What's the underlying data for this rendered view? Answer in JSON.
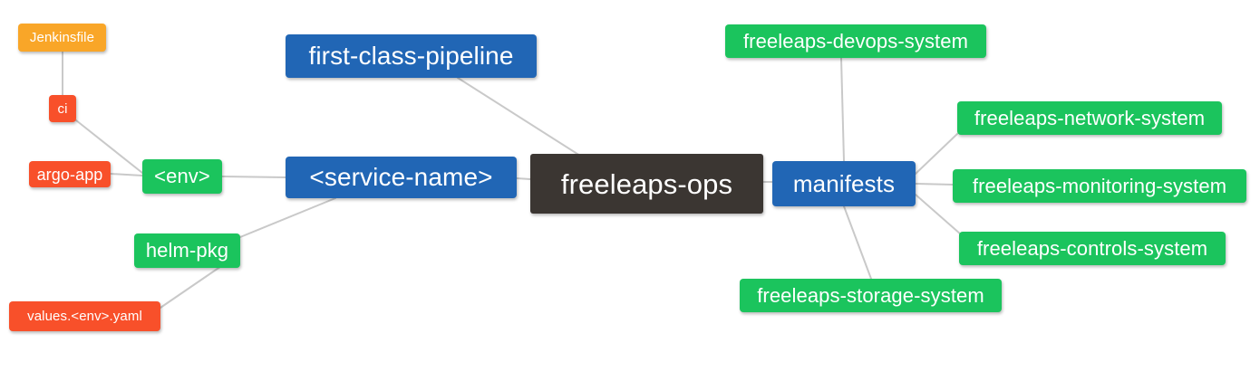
{
  "diagram": {
    "type": "mind-map",
    "title": "freeleaps-ops",
    "background_color": "#ffffff",
    "edge_color": "#c9c9c9",
    "palette": {
      "root": "#3b3632",
      "blue": "#2166b5",
      "green": "#1bc45d",
      "red": "#f8502a",
      "orange": "#f9a628"
    }
  },
  "nodes": {
    "root": {
      "label": "freeleaps-ops",
      "color": "root"
    },
    "service_name": {
      "label": "<service-name>",
      "color": "blue"
    },
    "first_class_pipeline": {
      "label": "first-class-pipeline",
      "color": "blue"
    },
    "manifests": {
      "label": "manifests",
      "color": "blue"
    },
    "env": {
      "label": "<env>",
      "color": "green"
    },
    "helm_pkg": {
      "label": "helm-pkg",
      "color": "green"
    },
    "ci": {
      "label": "ci",
      "color": "red"
    },
    "argo_app": {
      "label": "argo-app",
      "color": "red"
    },
    "jenkinsfile": {
      "label": "Jenkinsfile",
      "color": "orange"
    },
    "values_yaml": {
      "label": "values.<env>.yaml",
      "color": "red"
    },
    "devops_system": {
      "label": "freeleaps-devops-system",
      "color": "green"
    },
    "network_system": {
      "label": "freeleaps-network-system",
      "color": "green"
    },
    "monitoring_system": {
      "label": "freeleaps-monitoring-system",
      "color": "green"
    },
    "controls_system": {
      "label": "freeleaps-controls-system",
      "color": "green"
    },
    "storage_system": {
      "label": "freeleaps-storage-system",
      "color": "green"
    }
  },
  "edges": [
    {
      "from": "root",
      "to": "service_name"
    },
    {
      "from": "root",
      "to": "first_class_pipeline"
    },
    {
      "from": "root",
      "to": "manifests"
    },
    {
      "from": "service_name",
      "to": "env"
    },
    {
      "from": "service_name",
      "to": "helm_pkg"
    },
    {
      "from": "env",
      "to": "ci"
    },
    {
      "from": "env",
      "to": "argo_app"
    },
    {
      "from": "ci",
      "to": "jenkinsfile"
    },
    {
      "from": "helm_pkg",
      "to": "values_yaml"
    },
    {
      "from": "manifests",
      "to": "devops_system"
    },
    {
      "from": "manifests",
      "to": "network_system"
    },
    {
      "from": "manifests",
      "to": "monitoring_system"
    },
    {
      "from": "manifests",
      "to": "controls_system"
    },
    {
      "from": "manifests",
      "to": "storage_system"
    }
  ]
}
